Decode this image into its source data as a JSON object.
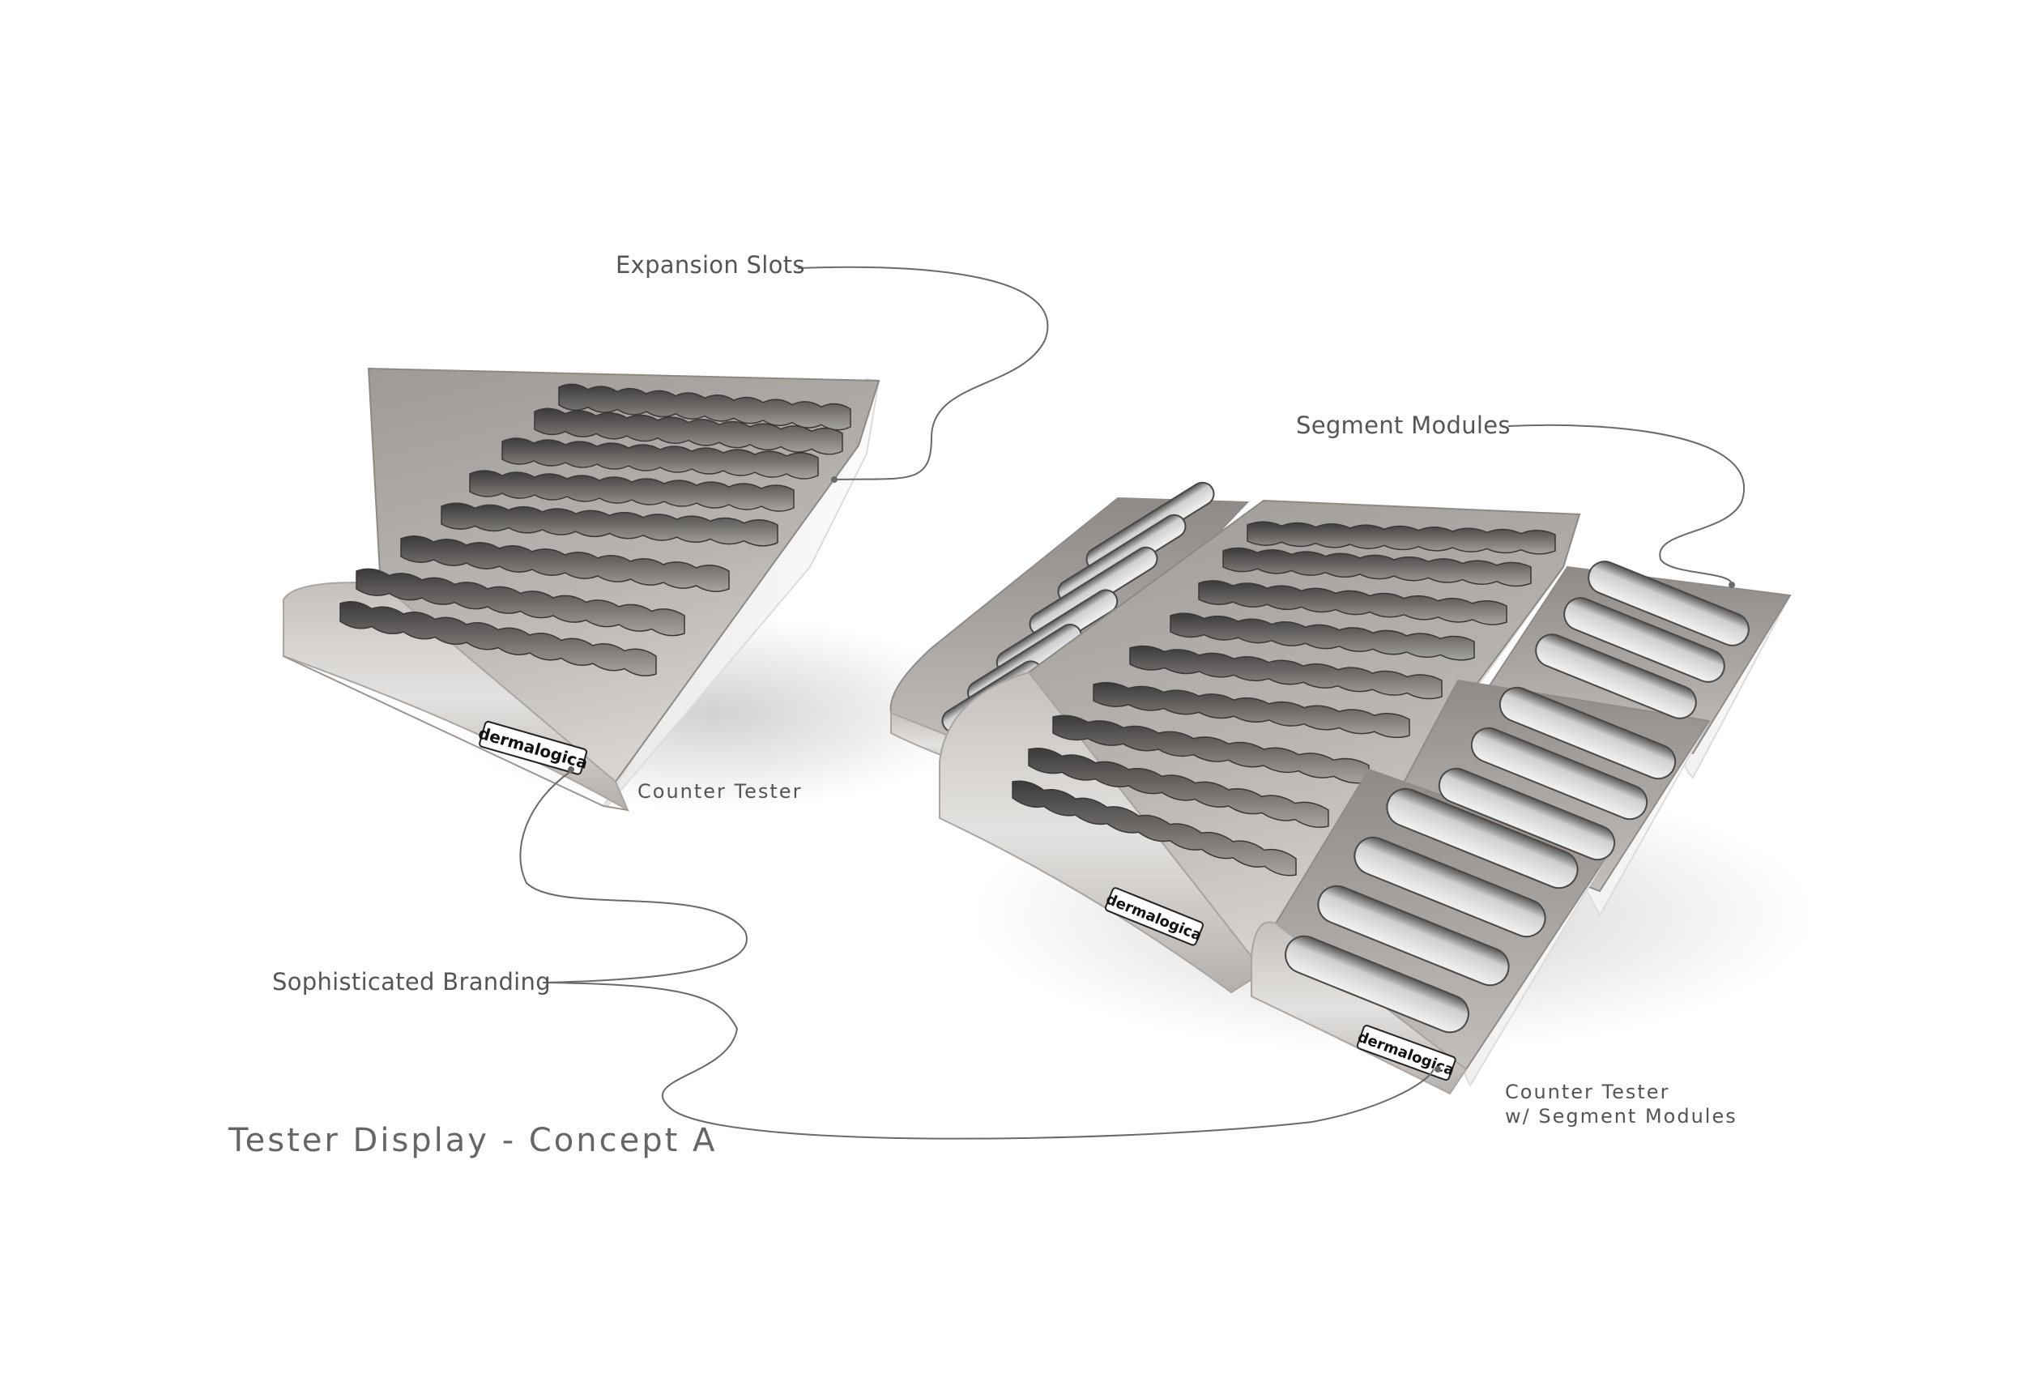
{
  "callouts": {
    "expansion_slots": "Expansion Slots",
    "segment_modules": "Segment Modules",
    "sophisticated_branding": "Sophisticated Branding"
  },
  "captions": {
    "counter_tester": "Counter Tester",
    "counter_tester_segment_line1": "Counter Tester",
    "counter_tester_segment_line2": "w/ Segment Modules"
  },
  "title": "Tester Display - Concept A",
  "brand": "dermalogica",
  "colors": {
    "metal_light": "#c9c6c3",
    "metal_dark": "#8f8b88",
    "side_white": "#f4f4f4",
    "leader_line": "#6a6a6a",
    "text": "#555555"
  }
}
